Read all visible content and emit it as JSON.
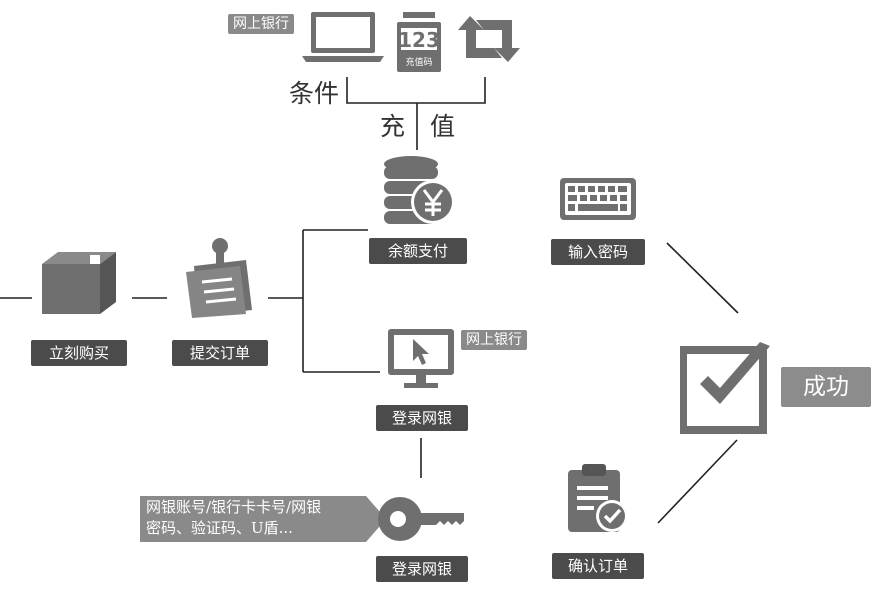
{
  "steps": {
    "buy_now": "立刻购买",
    "submit_order": "提交订单",
    "balance_pay": "余额支付",
    "login_online_bank_1": "登录网银",
    "login_online_bank_2": "登录网银",
    "enter_password": "输入密码",
    "confirm_order": "确认订单"
  },
  "tags": {
    "online_bank_top": "网上银行",
    "online_bank_mid": "网上银行"
  },
  "labels": {
    "condition": "条件",
    "recharge_left": "充",
    "recharge_right": "值",
    "success": "成功",
    "recharge_card_caption": "充值码",
    "recharge_card_digits": "123"
  },
  "callout": {
    "line1": "网银账号/银行卡卡号/网银",
    "line2": "密码、验证码、U盾..."
  },
  "icons": {
    "laptop": "laptop-icon",
    "recharge_card": "recharge-card-icon",
    "transfer": "transfer-icon",
    "coins": "coins-icon",
    "box": "package-icon",
    "clipboard": "order-clipboard-icon",
    "monitor": "monitor-icon",
    "key": "key-icon",
    "keyboard": "keyboard-icon",
    "checkmark": "success-check-icon",
    "confirm": "confirm-clipboard-icon"
  },
  "colors": {
    "box_fill": "#4b4b4b",
    "tag_fill": "#8a8a8a",
    "icon_fill": "#6f6f6f",
    "line": "#222222"
  }
}
